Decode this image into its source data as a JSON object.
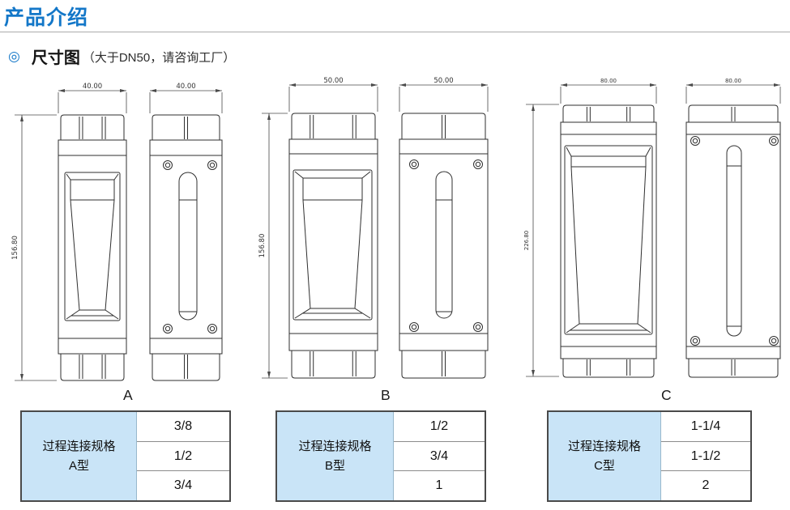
{
  "page": {
    "title": "产品介绍"
  },
  "section": {
    "bullet_icon": "◎",
    "heading": "尺寸图",
    "note": "（大于DN50，请咨询工厂）"
  },
  "diagrams": [
    {
      "label": "A",
      "width_dim": "40.00",
      "height_dim": "156.80"
    },
    {
      "label": "B",
      "width_dim": "50.00",
      "height_dim": "156.80"
    },
    {
      "label": "C",
      "width_dim": "80.00",
      "height_dim": "226.80"
    }
  ],
  "tables": [
    {
      "header_line1": "过程连接规格",
      "header_line2": "A型",
      "values": [
        "3/8",
        "1/2",
        "3/4"
      ]
    },
    {
      "header_line1": "过程连接规格",
      "header_line2": "B型",
      "values": [
        "1/2",
        "3/4",
        "1"
      ]
    },
    {
      "header_line1": "过程连接规格",
      "header_line2": "C型",
      "values": [
        "1-1/4",
        "1-1/2",
        "2"
      ]
    }
  ],
  "colors": {
    "accent": "#1377c8",
    "table_header_bg": "#c9e4f7",
    "line": "#2f2f2f"
  }
}
